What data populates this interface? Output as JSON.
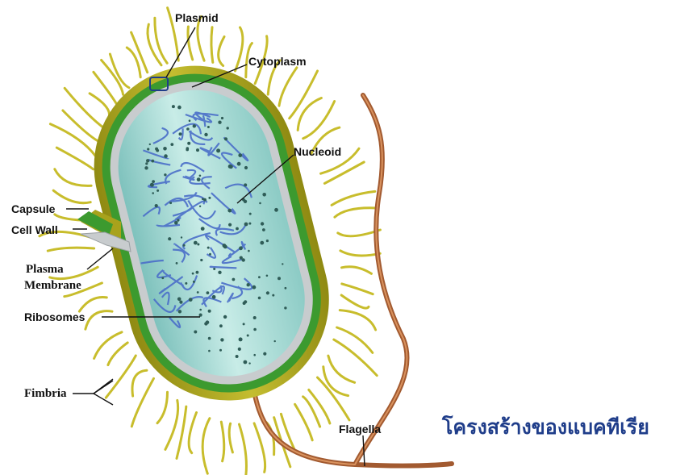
{
  "labels": {
    "plasmid": "Plasmid",
    "cytoplasm": "Cytoplasm",
    "nucleoid": "Nucleoid",
    "capsule": "Capsule",
    "cell_wall": "Cell Wall",
    "plasma_membrane_line1": "Plasma",
    "plasma_membrane_line2": "Membrane",
    "ribosomes": "Ribosomes",
    "fimbria": "Fimbria",
    "flagella": "Flagella"
  },
  "title": "โครงสร้างของแบคทีเรีย",
  "colors": {
    "capsule": "#a8a21c",
    "cell_wall": "#3c9a2f",
    "membrane": "#c8ccce",
    "cytoplasm": "#a9d9d3",
    "fimbriae": "#c8bd2c",
    "nucleoid": "#4b6fc9",
    "ribosome": "#2f5c57",
    "flagellum": "#b56a3e",
    "title": "#1f3d8a"
  }
}
